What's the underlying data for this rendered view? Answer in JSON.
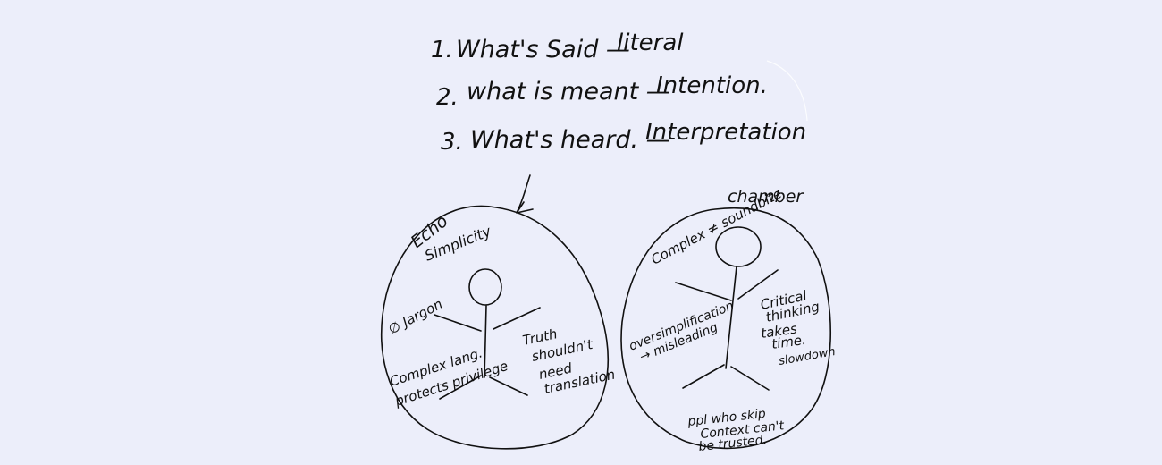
{
  "list": {
    "items": [
      {
        "num": "1.",
        "term": "What's Said —",
        "meaning": "literal"
      },
      {
        "num": "2.",
        "term": "what is meant —",
        "meaning": "Intention."
      },
      {
        "num": "3.",
        "term": "What's heard. —",
        "meaning": "Interpretation"
      }
    ]
  },
  "left_circle": {
    "label": "Echo",
    "top_note": "Simplicity",
    "notes": {
      "jargon": "∅ Jargon",
      "complex_line1": "Complex lang.",
      "complex_line2": "protects privilege",
      "truth_line1": "Truth",
      "truth_line2": "shouldn't",
      "truth_line3": "need",
      "truth_line4": "translation"
    }
  },
  "right_circle": {
    "label": "chamber",
    "top_note": "Complex ≠ soundbite",
    "notes": {
      "over_line1": "oversimplification",
      "over_line2": "→ misleading",
      "crit_line1": "Critical",
      "crit_line2": "thinking",
      "crit_line3": "takes",
      "crit_line4": "time.",
      "crit_line5": "slowdown",
      "ppl_line1": "ppl who skip",
      "ppl_line2": "Context can't",
      "ppl_line3": "be trusted."
    }
  }
}
